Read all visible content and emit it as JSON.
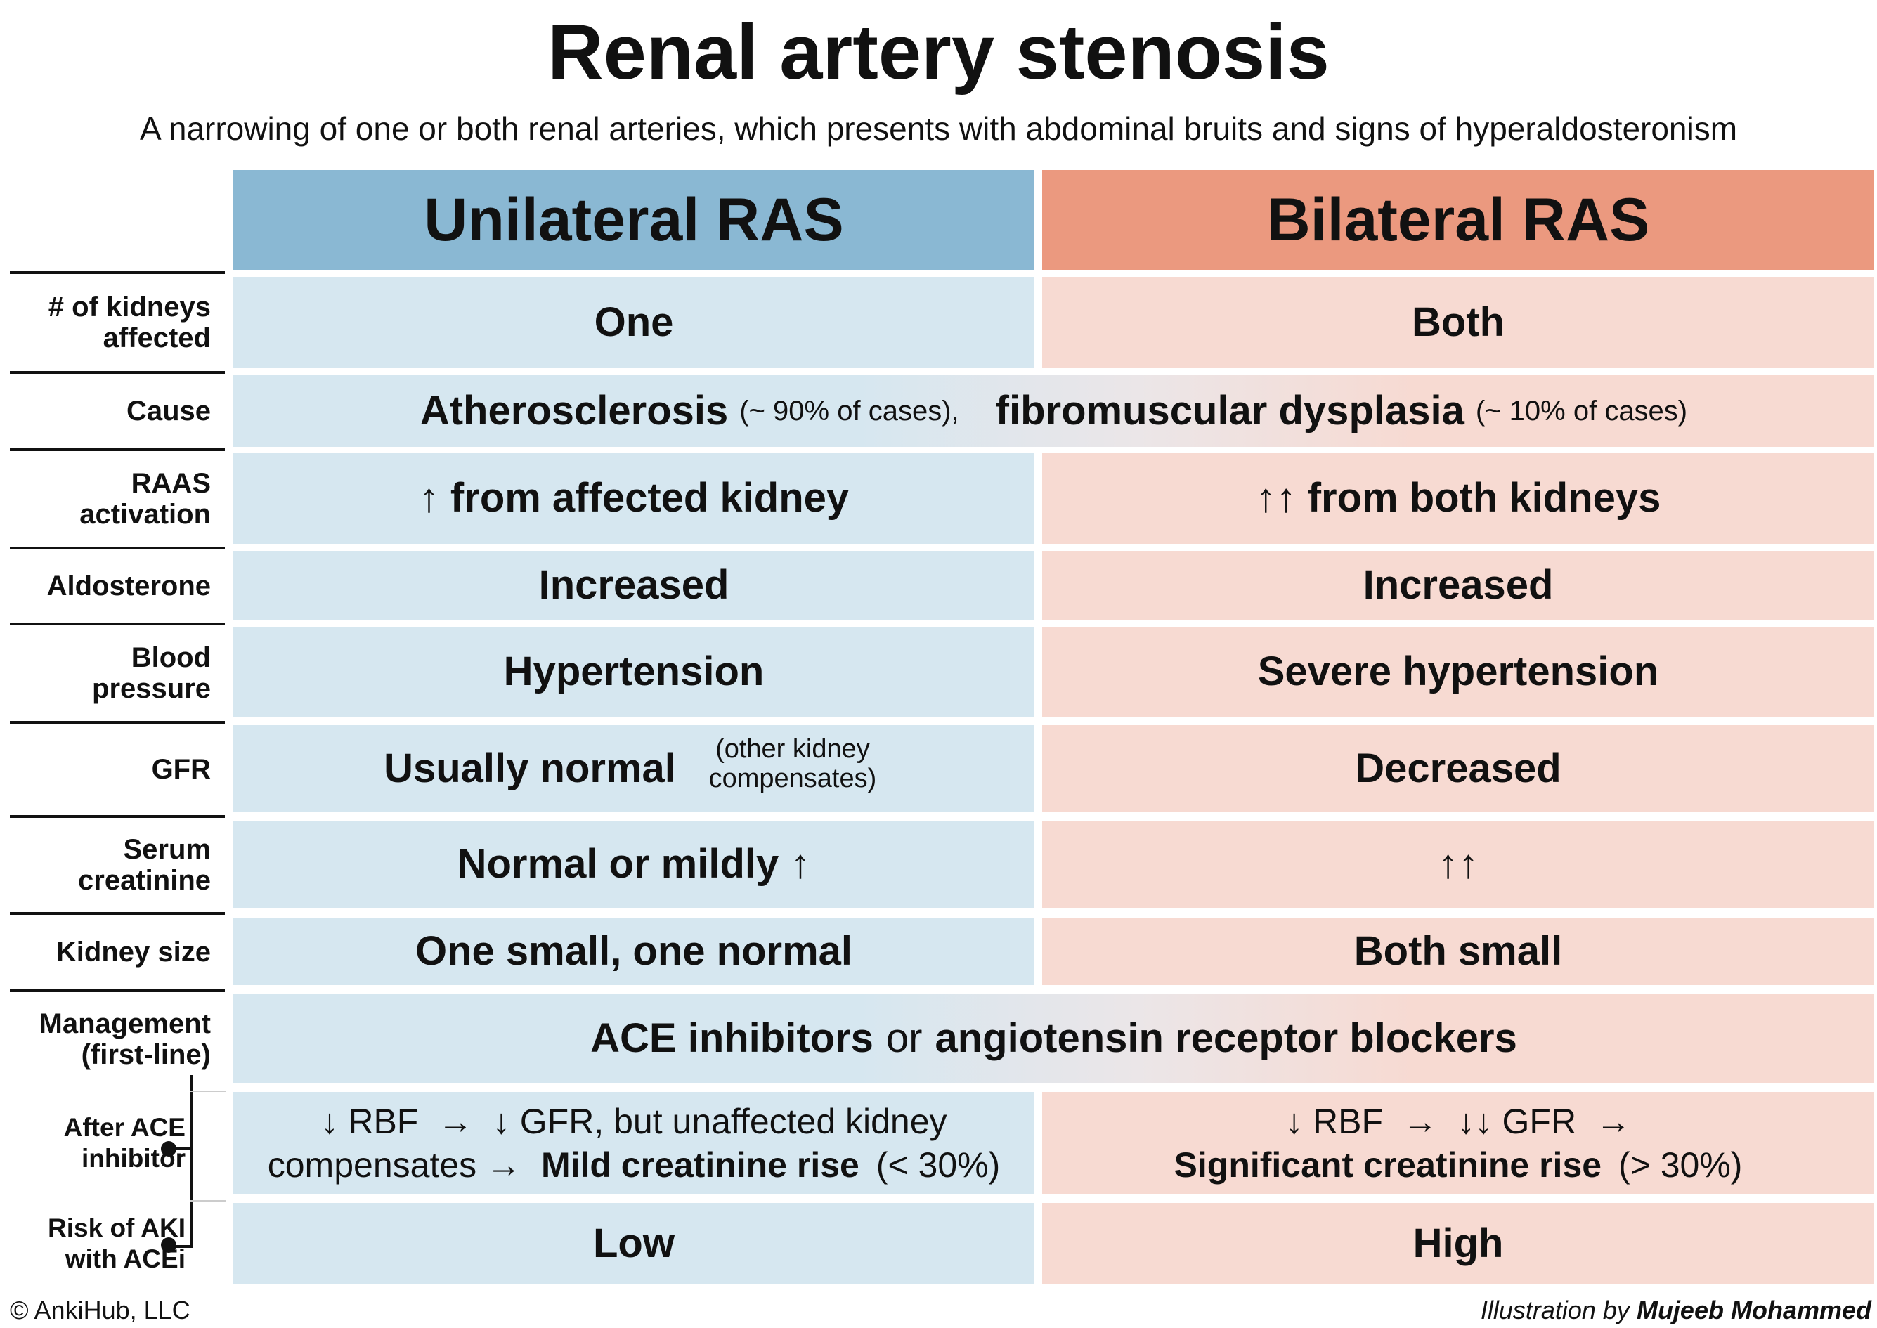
{
  "title": "Renal artery stenosis",
  "subtitle": "A narrowing of one or both renal arteries, which presents with abdominal bruits and signs of hyperaldosteronism",
  "headers": {
    "unilateral": "Unilateral RAS",
    "bilateral": "Bilateral RAS"
  },
  "rows": {
    "kidneys": {
      "label": "# of kidneys affected",
      "uni": "One",
      "bi": "Both"
    },
    "cause": {
      "label": "Cause",
      "part1_bold": "Atherosclerosis",
      "part1_note": "(~ 90% of cases),",
      "part2_bold": "fibromuscular dysplasia",
      "part2_note": "(~ 10% of cases)"
    },
    "raas": {
      "label": "RAAS activation",
      "uni": "↑ from affected kidney",
      "bi": "↑↑ from both kidneys"
    },
    "aldosterone": {
      "label": "Aldosterone",
      "uni": "Increased",
      "bi": "Increased"
    },
    "bp": {
      "label": "Blood pressure",
      "uni": "Hypertension",
      "bi": "Severe hypertension"
    },
    "gfr": {
      "label": "GFR",
      "uni": "Usually normal",
      "uni_note": "(other kidney compensates)",
      "bi": "Decreased"
    },
    "creatinine": {
      "label": "Serum creatinine",
      "uni": "Normal or mildly ↑",
      "bi": "↑↑"
    },
    "size": {
      "label": "Kidney size",
      "uni": "One small, one normal",
      "bi": "Both small"
    },
    "management": {
      "label": "Management (first-line)",
      "part1_bold": "ACE inhibitors",
      "connector": "or",
      "part2_bold": "angiotensin receptor blockers"
    },
    "after_ace": {
      "label": "After ACE inhibitor",
      "uni_line1": "↓ RBF  →  ↓ GFR, but unaffected kidney",
      "uni_line2_start": "compensates  →",
      "uni_line2_bold": "Mild creatinine rise",
      "uni_line2_end": "(< 30%)",
      "bi_line1": "↓ RBF  →  ↓↓ GFR  →",
      "bi_line2_bold": "Significant creatinine rise",
      "bi_line2_end": "(> 30%)"
    },
    "aki_risk": {
      "label": "Risk of AKI with ACEi",
      "uni": "Low",
      "bi": "High"
    }
  },
  "footer": {
    "copyright": "© AnkiHub, LLC",
    "credit_prefix": "Illustration by",
    "credit_name": "Mujeeb Mohammed"
  },
  "colors": {
    "unilateral_header": "#8ab8d3",
    "bilateral_header": "#eb997f",
    "unilateral_cell": "#d6e7f0",
    "bilateral_cell": "#f7dad2"
  }
}
